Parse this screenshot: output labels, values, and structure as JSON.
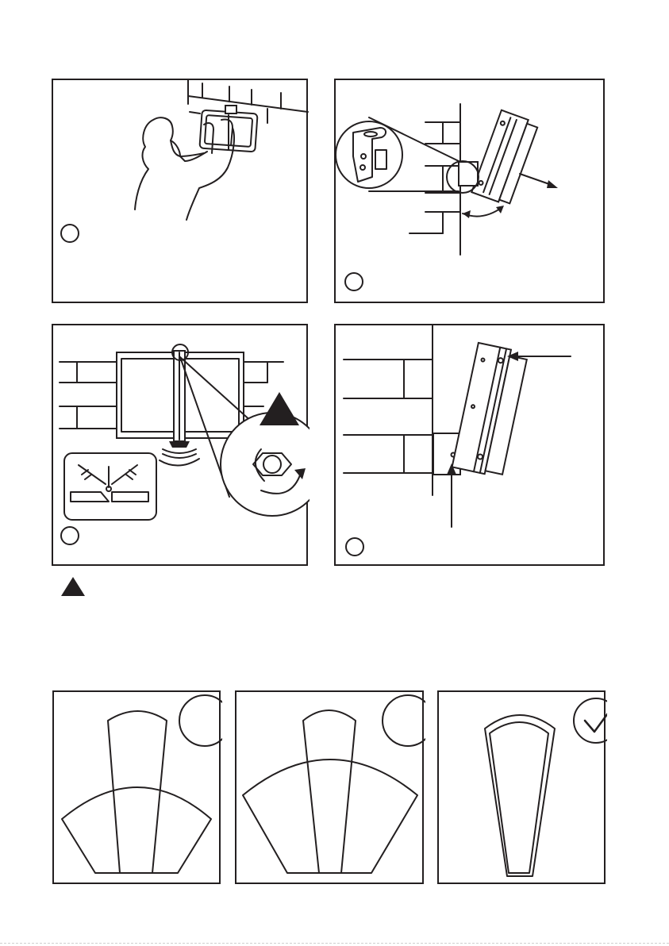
{
  "page": {
    "background": "#ffffff",
    "ink_color": "#231f20"
  },
  "steps": [
    {
      "id": 1,
      "name": "hold-fixture-against-wall",
      "icons": [
        "person-icon",
        "floodlight-icon",
        "brick-wall-icon"
      ]
    },
    {
      "id": 2,
      "name": "tilt-fixture-bracket",
      "icons": [
        "bracket-detail-icon",
        "tilt-arrow-icon",
        "direction-arrow-icon"
      ]
    },
    {
      "id": 3,
      "name": "rotate-heads-and-tighten-nut",
      "icons": [
        "nut-tighten-icon",
        "warning-triangle-icon",
        "rotation-arrow-icon",
        "head-rotation-inset-icon"
      ]
    },
    {
      "id": 4,
      "name": "side-view-bracket-screws",
      "icons": [
        "pointer-arrow-icon"
      ]
    }
  ],
  "warning": {
    "icon": "warning-triangle-icon"
  },
  "beam_patterns": [
    {
      "name": "wide-and-narrow-beams",
      "status_icon": "incorrect-circle-icon"
    },
    {
      "name": "wider-and-narrow-beams",
      "status_icon": "incorrect-circle-icon"
    },
    {
      "name": "aligned-narrow-beam",
      "status_icon": "checkmark-icon"
    }
  ]
}
